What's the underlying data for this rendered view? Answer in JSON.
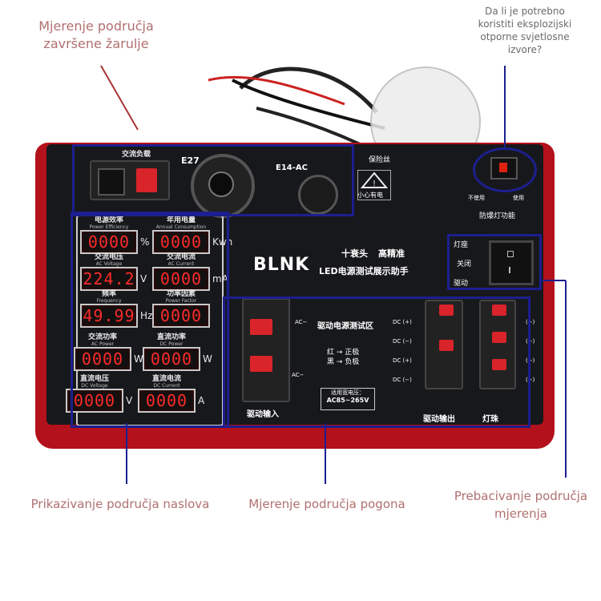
{
  "callouts": {
    "top_left": "Mjerenje područja\nzavršene žarulje",
    "top_right": "Da li je potrebno koristiti eksplozijski otporne svjetlosne izvore?",
    "bottom_left": "Prikazivanje područja naslova",
    "bottom_mid": "Mjerenje područja pogona",
    "bottom_right": "Prebacivanje područja\nmjerenja"
  },
  "device": {
    "brand": "BLNK",
    "subtitle": "LED电源测试展示助手",
    "header_left": "十衰头",
    "header_right": "高精准",
    "socket_e27": "E27",
    "socket_e14": "E14-AC",
    "terminal_top_label": "交流负载",
    "fuse_label": "保险丝",
    "warning_label": "小心有电",
    "explosion_label": "防爆灯功能",
    "explosion_not_use": "不使用",
    "explosion_use": "使用",
    "switch_labels": [
      "灯座",
      "关闭",
      "驱动"
    ],
    "drive_zone": "驱动电源测试区",
    "polarity_red": "红 → 正极",
    "polarity_black": "黑 → 负极",
    "voltage_title": "适用宽电压：",
    "voltage_range": "AC85~265V",
    "drive_input": "驱动输入",
    "drive_output": "驱动输出",
    "lamp_beads": "灯珠",
    "ac_labels": [
      "AC−",
      "AC−"
    ],
    "dc_labels": [
      "DC (+)",
      "DC (−)",
      "DC (+)",
      "DC (−)"
    ],
    "right_dc_labels": [
      "(+)",
      "(−)",
      "(+)",
      "(+)"
    ]
  },
  "meters": [
    {
      "cn": "电源效率",
      "en": "Power Efficiency",
      "value": "0000",
      "unit": "%"
    },
    {
      "cn": "年用电量",
      "en": "Annual Consumption",
      "value": "0000",
      "unit": "Kwh"
    },
    {
      "cn": "交流电压",
      "en": "AC Voltage",
      "value": "224.2",
      "unit": "V"
    },
    {
      "cn": "交流电流",
      "en": "AC Current",
      "value": "0000",
      "unit": "mA"
    },
    {
      "cn": "频率",
      "en": "Frequency",
      "value": "49.99",
      "unit": "Hz"
    },
    {
      "cn": "功率因素",
      "en": "Power Factor",
      "value": "0000",
      "unit": ""
    },
    {
      "cn": "交流功率",
      "en": "AC Power",
      "value": "0000",
      "unit": "W"
    },
    {
      "cn": "直流功率",
      "en": "DC Power",
      "value": "0000",
      "unit": "W"
    },
    {
      "cn": "直流电压",
      "en": "DC Voltage",
      "value": "0000",
      "unit": "V"
    },
    {
      "cn": "直流电流",
      "en": "DC Current",
      "value": "0000",
      "unit": "A"
    }
  ],
  "colors": {
    "callout_text": "#b0706f",
    "annotation_blue": "#1c1f8f",
    "device_red": "#b3111b",
    "display_red": "#ff2a2a"
  }
}
